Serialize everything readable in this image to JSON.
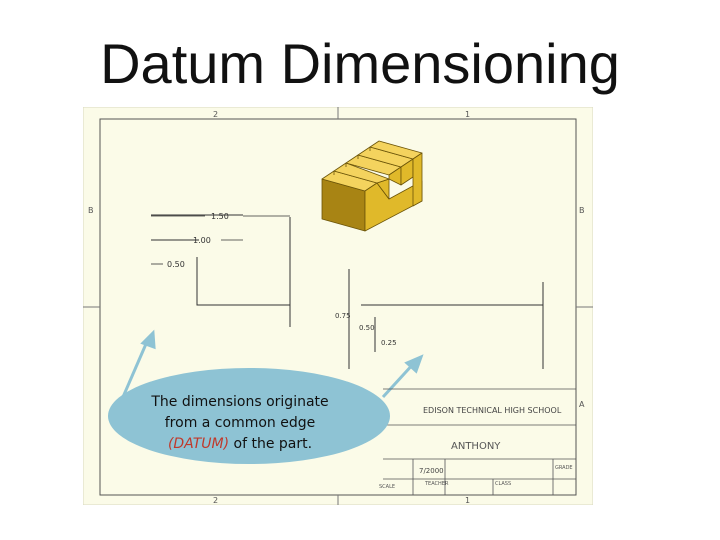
{
  "slide": {
    "title": "Datum Dimensioning"
  },
  "callout": {
    "line1": "The dimensions originate",
    "line2": "from a common edge",
    "datum_word": "(DATUM)",
    "line3_rest": " of the part."
  },
  "drawing": {
    "border_numbers": {
      "top_left": "2",
      "top_right": "1",
      "bottom_left": "2",
      "bottom_right": "1"
    },
    "border_letters": {
      "left_upper": "B",
      "right_upper": "B",
      "right_lower": "A"
    },
    "dimensions": {
      "horizontal_1": "1.50",
      "horizontal_2": "1.00",
      "horizontal_3": "0.50",
      "vertical_1": "0.75",
      "vertical_2": "0.50",
      "vertical_3": "0.25"
    },
    "title_block": {
      "school": "EDISON TECHNICAL HIGH SCHOOL",
      "student": "ANTHONY",
      "date": "7/2000",
      "scale_label": "SCALE",
      "teacher_label": "TEACHER",
      "class_label": "CLASS",
      "grade_label": "GRADE"
    }
  },
  "colors": {
    "sheet_background": "#fbfbe8",
    "callout_fill": "#8ec3d4",
    "datum_text": "#c0392b",
    "part_top": "#f4d35e",
    "part_front": "#e0b92a",
    "part_side": "#a88414"
  }
}
